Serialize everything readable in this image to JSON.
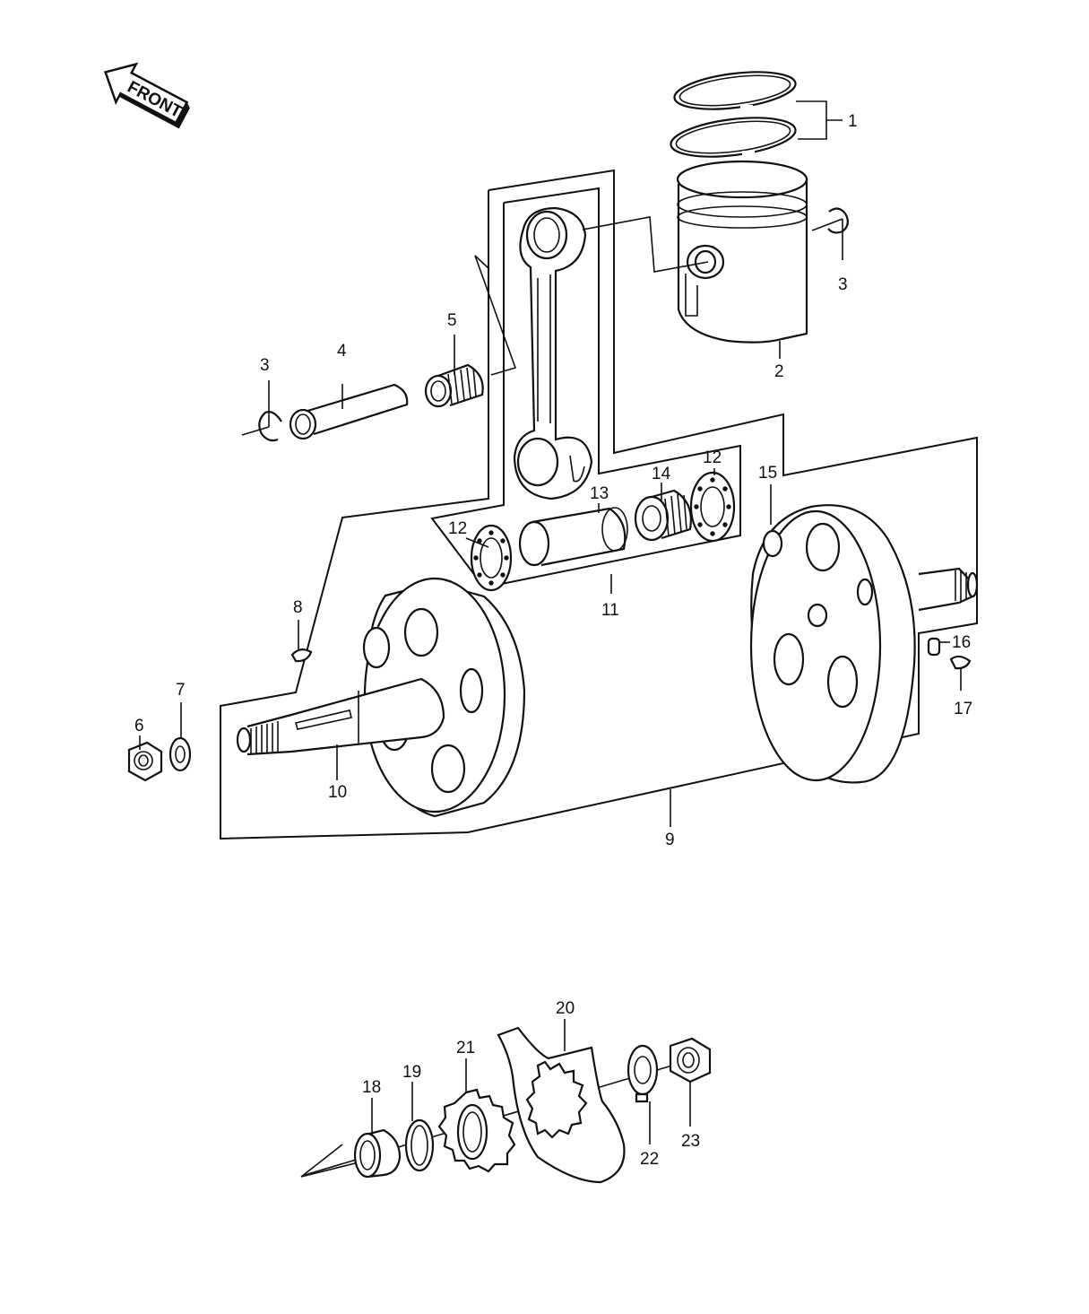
{
  "front_arrow": {
    "text": "FRONT"
  },
  "callouts": {
    "c1": "1",
    "c2": "2",
    "c3a": "3",
    "c3b": "3",
    "c4": "4",
    "c5": "5",
    "c6": "6",
    "c7": "7",
    "c8": "8",
    "c9": "9",
    "c10": "10",
    "c11": "11",
    "c12a": "12",
    "c12b": "12",
    "c13": "13",
    "c14": "14",
    "c15": "15",
    "c16": "16",
    "c17": "17",
    "c18": "18",
    "c19": "19",
    "c20": "20",
    "c21": "21",
    "c22": "22",
    "c23": "23"
  },
  "colors": {
    "ink": "#111111",
    "paper": "#ffffff"
  }
}
